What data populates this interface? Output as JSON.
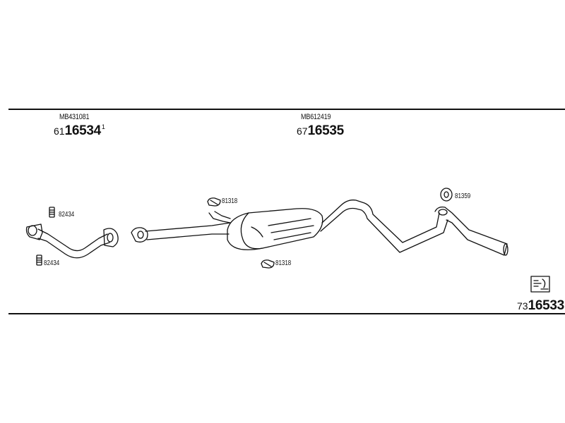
{
  "parts": {
    "front_pipe": {
      "code": "MB431081",
      "prefix": "61",
      "number": "16534",
      "note": "1"
    },
    "middle_silencer": {
      "code": "MB612419",
      "prefix": "67",
      "number": "16535"
    },
    "kit": {
      "prefix": "73",
      "number": "16533"
    }
  },
  "fittings": {
    "upper_clamp": "82434",
    "lower_clamp": "82434",
    "upper_mount": "81318",
    "lower_mount": "81318",
    "rear_rubber": "81359"
  },
  "icons": [
    "clamp-icon",
    "rubber-mount-icon",
    "kit-box-icon"
  ]
}
